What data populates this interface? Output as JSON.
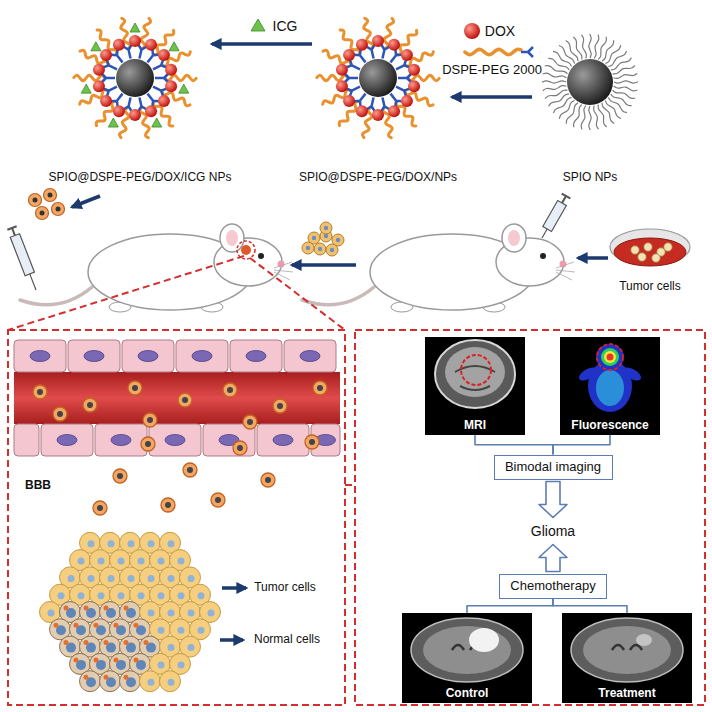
{
  "diagram": {
    "nodes": [
      {
        "text": [
          "MRI"
        ]
      },
      {
        "text": [
          "Fluorescence"
        ]
      },
      {
        "text": [
          "Bimodal imaging"
        ]
      },
      {
        "text": [
          "Glioma"
        ]
      },
      {
        "text": [
          "Chemotherapy"
        ]
      },
      {
        "text": [
          "Control"
        ]
      },
      {
        "text": [
          "Treatment"
        ]
      }
    ],
    "edges": [
      {
        "from": 0,
        "to": 2,
        "arrow": "none"
      },
      {
        "from": 1,
        "to": 2,
        "arrow": "none"
      },
      {
        "from": 2,
        "to": 3,
        "arrow": "to"
      },
      {
        "from": 4,
        "to": 3,
        "arrow": "to"
      },
      {
        "from": 4,
        "to": 5,
        "arrow": "none"
      },
      {
        "from": 4,
        "to": 6,
        "arrow": "none"
      }
    ],
    "labels": [
      "ICG",
      "DOX",
      "DSPE-PEG 2000",
      "SPIO@DSPE-PEG/DOX/ICG NPs",
      "SPIO@DSPE-PEG/DOX/NPs",
      "SPIO NPs",
      "Tumor cells",
      "BBB",
      "Tumor cells",
      "Normal cells"
    ]
  }
}
